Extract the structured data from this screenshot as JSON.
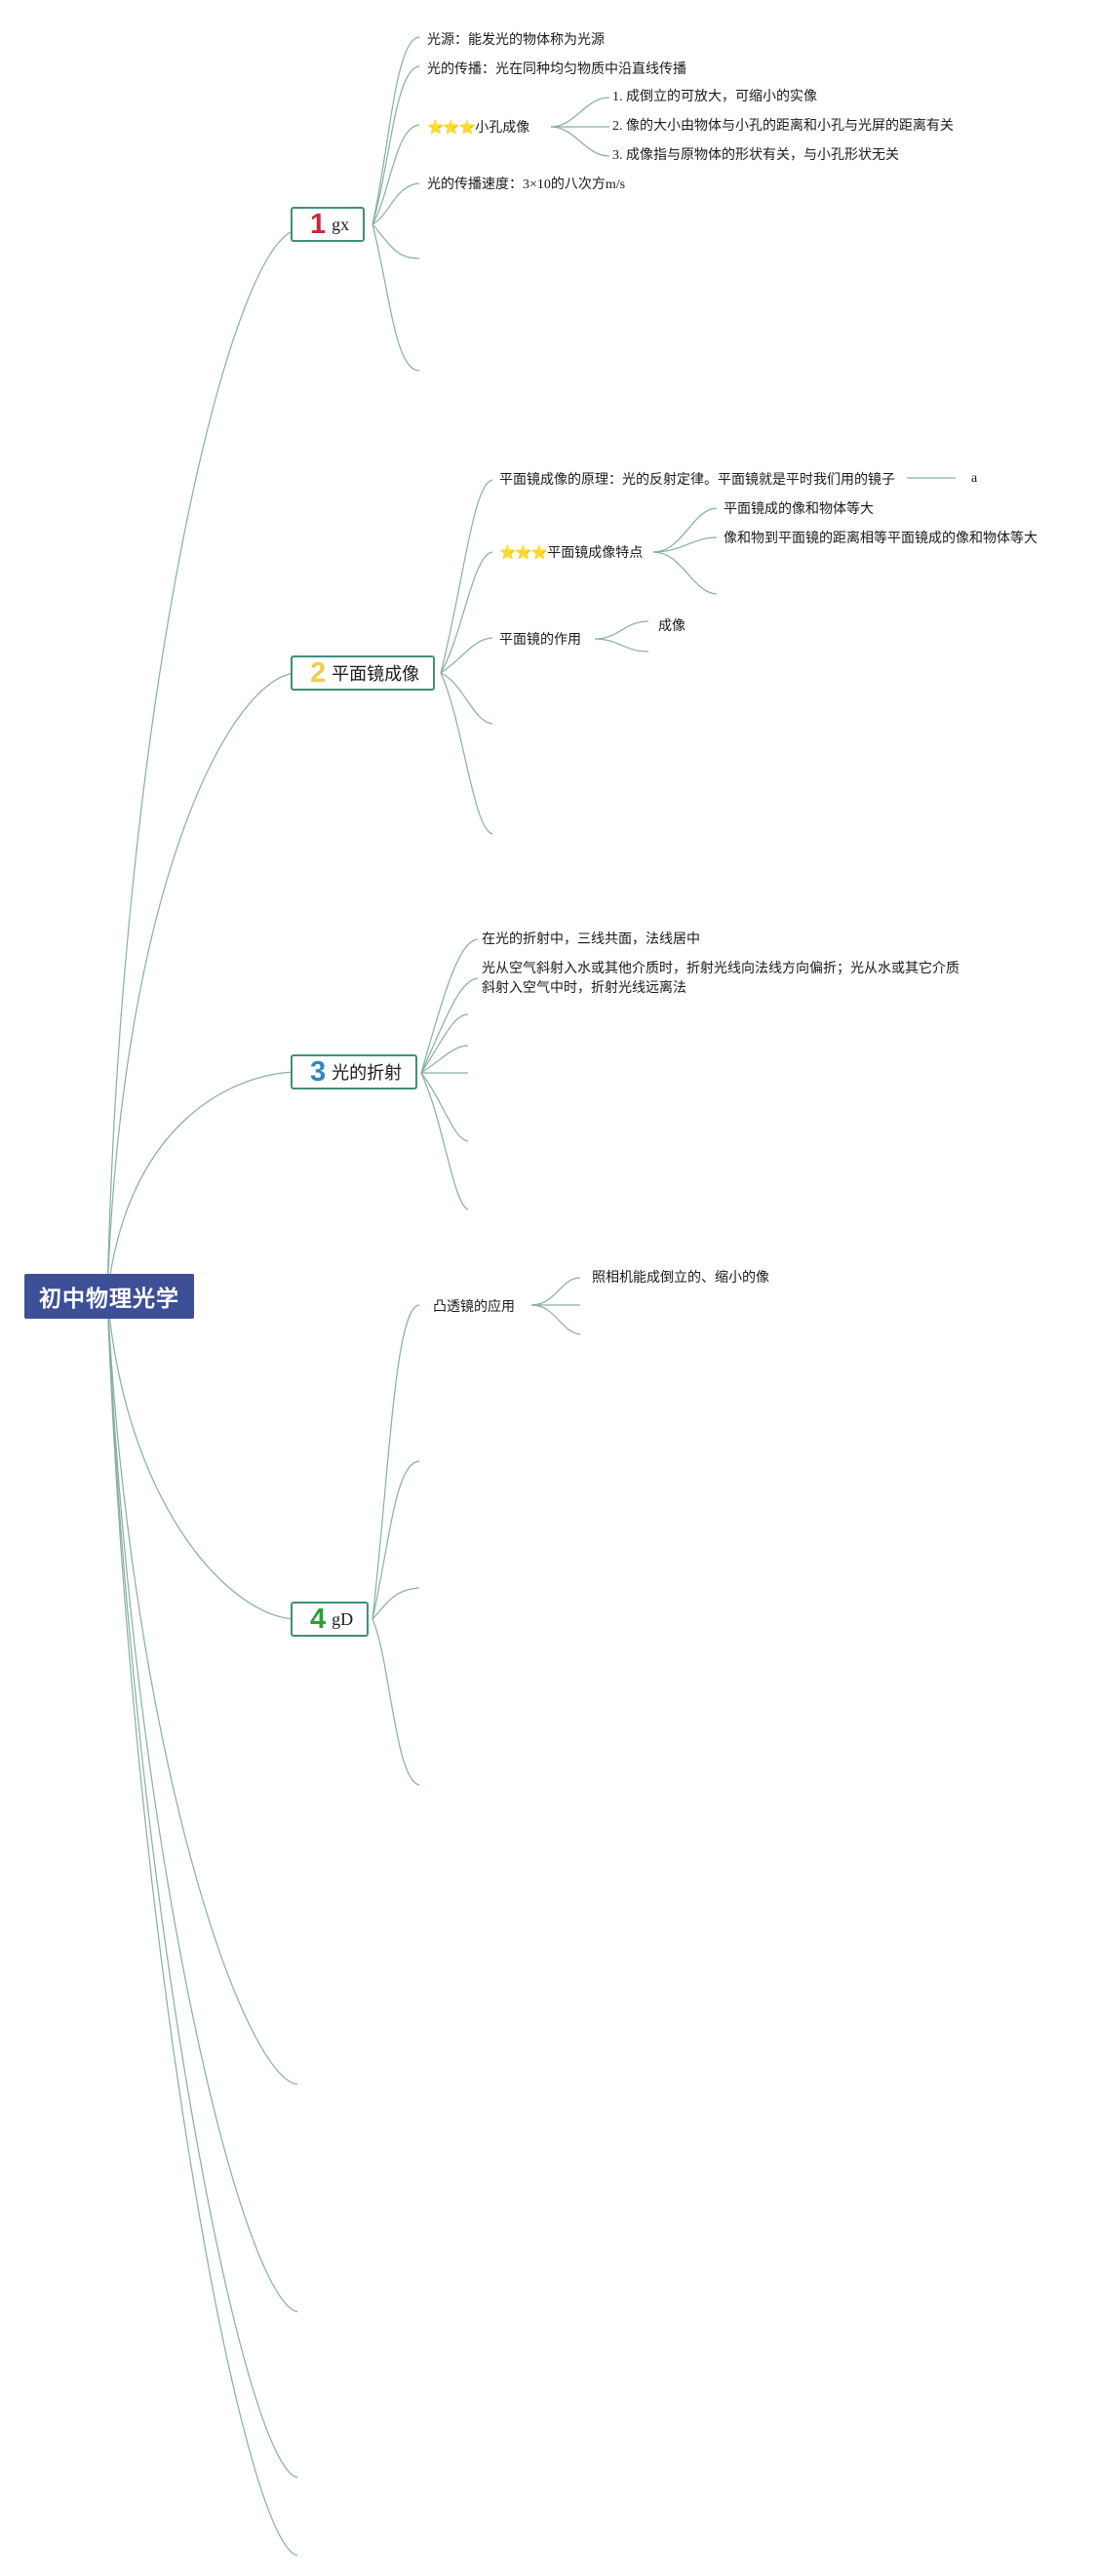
{
  "root": {
    "title": "初中物理光学"
  },
  "branches": [
    {
      "number": "1",
      "number_color": "#c8283a",
      "label": "gx",
      "children": {
        "light_source": "光源：能发光的物体称为光源",
        "propagation": "光的传播：光在同种均匀物质中沿直线传播",
        "pinhole": {
          "stars": "⭐⭐⭐",
          "label": "小孔成像",
          "items": [
            "1. 成倒立的可放大，可缩小的实像",
            "2. 像的大小由物体与小孔的距离和小孔与光屏的距离有关",
            "3. 成像指与原物体的形状有关，与小孔形状无关"
          ]
        },
        "speed": "光的传播速度：3×10的八次方m/s"
      }
    },
    {
      "number": "2",
      "number_color": "#f2c94c",
      "label": "平面镜成像",
      "children": {
        "principle": "平面镜成像的原理：光的反射定律。平面镜就是平时我们用的镜子",
        "principle_child": "a",
        "features": {
          "stars": "⭐⭐⭐",
          "label": "平面镜成像特点",
          "items": [
            "平面镜成的像和物体等大",
            "像和物到平面镜的距离相等平面镜成的像和物体等大"
          ]
        },
        "function": {
          "label": "平面镜的作用",
          "items": [
            "成像"
          ]
        }
      }
    },
    {
      "number": "3",
      "number_color": "#2f86c6",
      "label": "光的折射",
      "children": {
        "rule": "在光的折射中，三线共面，法线居中",
        "direction": "光从空气斜射入水或其他介质时，折射光线向法线方向偏折；光从水或其它介质斜射入空气中时，折射光线远离法"
      }
    },
    {
      "number": "4",
      "number_color": "#2f9e3c",
      "label": "gD",
      "children": {
        "convex": {
          "label": "凸透镜的应用",
          "items": [
            "照相机能成倒立的、缩小的像"
          ]
        }
      }
    }
  ]
}
